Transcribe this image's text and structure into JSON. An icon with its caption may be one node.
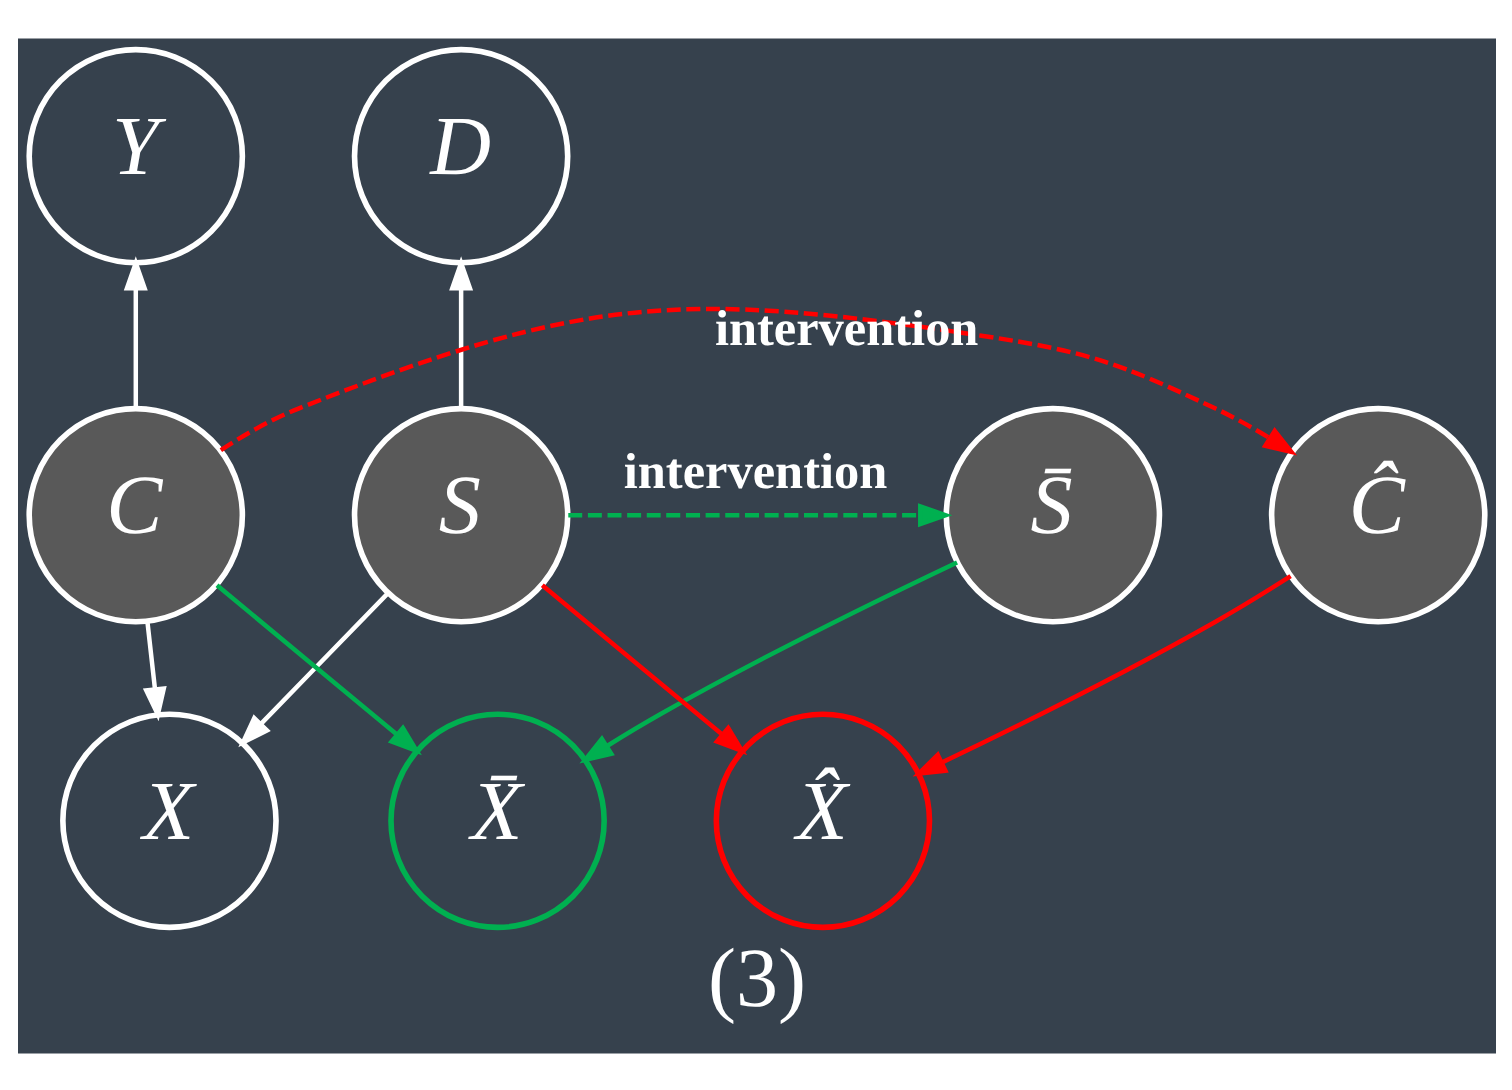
{
  "diagram": {
    "caption": "(3)",
    "nodes": [
      {
        "text": [
          "D"
        ]
      },
      {
        "text": [
          "Y"
        ]
      },
      {
        "text": [
          "S̄"
        ]
      },
      {
        "text": [
          "S"
        ]
      },
      {
        "text": [
          "C"
        ]
      },
      {
        "text": [
          "Ĉ"
        ]
      },
      {
        "text": [
          "X̄"
        ]
      },
      {
        "text": [
          "X"
        ]
      },
      {
        "text": [
          "X̂"
        ]
      }
    ],
    "edges": [
      {
        "from": 3,
        "to": 0,
        "arrow": "to"
      },
      {
        "from": 4,
        "to": 1,
        "arrow": "to"
      },
      {
        "from": 3,
        "to": 2,
        "arrow": "to",
        "label": "intervention",
        "style": "dashed",
        "color": "#00b050"
      },
      {
        "from": 4,
        "to": 5,
        "arrow": "to",
        "label": "intervention",
        "style": "dashed",
        "color": "#ff0000"
      },
      {
        "from": 2,
        "to": 6,
        "arrow": "to",
        "color": "#00b050"
      },
      {
        "from": 4,
        "to": 6,
        "arrow": "to",
        "color": "#00b050"
      },
      {
        "from": 3,
        "to": 7,
        "arrow": "to"
      },
      {
        "from": 4,
        "to": 7,
        "arrow": "to"
      },
      {
        "from": 3,
        "to": 8,
        "arrow": "to",
        "color": "#ff0000"
      },
      {
        "from": 5,
        "to": 8,
        "arrow": "to",
        "color": "#ff0000"
      }
    ]
  }
}
